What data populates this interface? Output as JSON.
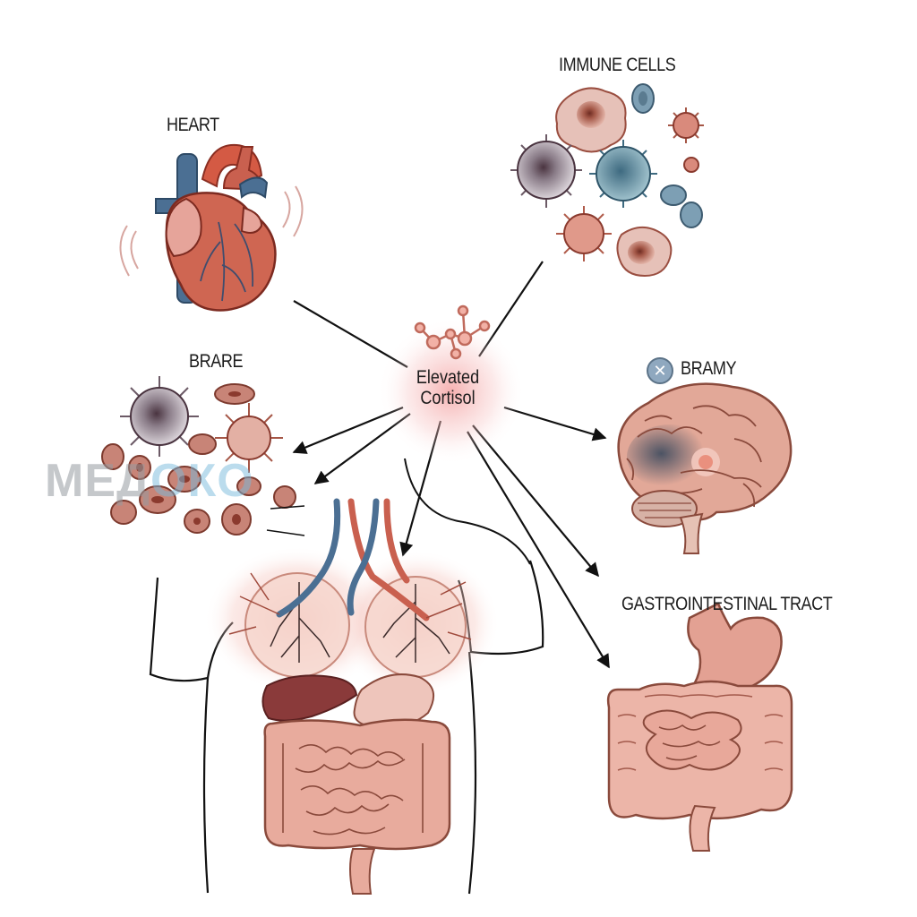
{
  "center": {
    "line1": "Elevated",
    "line2": "Cortisol"
  },
  "labels": {
    "heart": "HEART",
    "immune": "IMMUNE CELLS",
    "brare": "BRARE",
    "bramy": "BRAMY",
    "gi": "GASTROINTESTINAL TRACT"
  },
  "brand": {
    "part1": "МЕД",
    "part2": "ОКО"
  },
  "colors": {
    "organ_red": "#c9604f",
    "vessel_blue": "#4b6f93",
    "glow_pink": "#f2a9a9",
    "intestine_pink": "#e3a193",
    "cell_brown": "#9a4e40"
  },
  "icons": {
    "bramy_badge": "close-icon"
  }
}
